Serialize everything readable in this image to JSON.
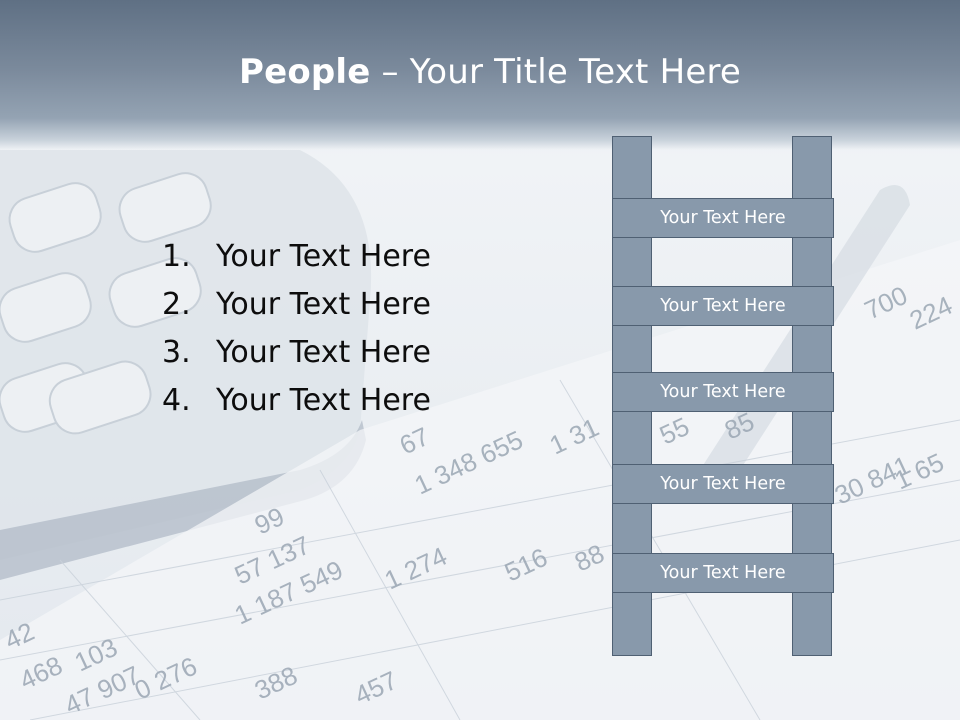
{
  "slide": {
    "title_bold": "People",
    "title_rest": " – Your Title Text Here"
  },
  "list_items": [
    {
      "number": "1.",
      "text": "Your Text Here"
    },
    {
      "number": "2.",
      "text": "Your Text Here"
    },
    {
      "number": "3.",
      "text": "Your Text Here"
    },
    {
      "number": "4.",
      "text": "Your Text Here"
    }
  ],
  "ladder": {
    "rungs": [
      "Your Text Here",
      "Your Text Here",
      "Your Text Here",
      "Your Text Here",
      "Your Text Here"
    ]
  },
  "background_numbers": [
    "42",
    "468",
    "103",
    "47 907",
    "0 276",
    "388",
    "57 137",
    "1 187 549",
    "99",
    "1 274",
    "516",
    "88",
    "1 348 655",
    "67",
    "1 31",
    "55",
    "85",
    "30 841",
    "1 65",
    "700",
    "224",
    "457"
  ],
  "colors": {
    "title_band": "#6b7c90",
    "ladder_fill": "#8899ab",
    "ladder_border": "#4f6073",
    "title_text": "#ffffff",
    "body_text": "#0d0d0d"
  }
}
